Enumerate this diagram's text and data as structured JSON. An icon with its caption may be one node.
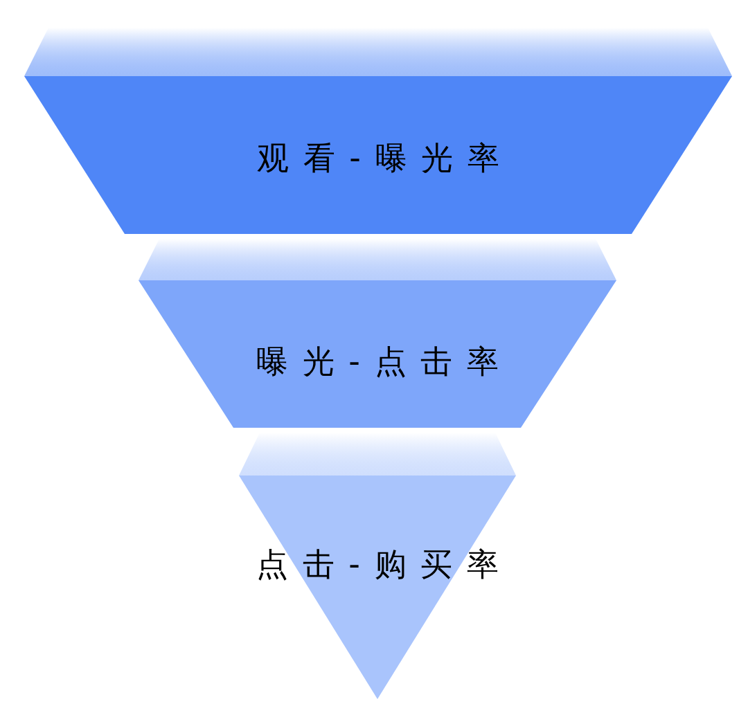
{
  "diagram": {
    "nodes": [
      {
        "text": [
          "观看-曝光率"
        ]
      },
      {
        "text": [
          "曝光-点击率"
        ]
      },
      {
        "text": [
          "点击-购买率"
        ]
      }
    ]
  }
}
